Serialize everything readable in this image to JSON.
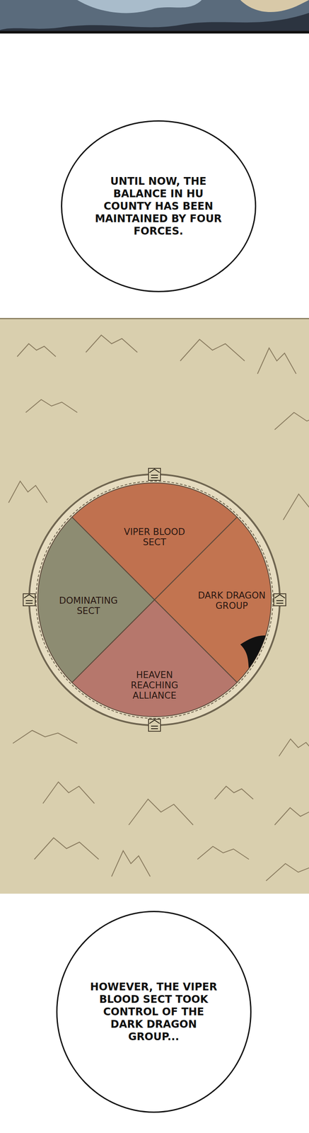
{
  "diagram": {
    "nodes": [
      {
        "text": [
          "UNTIL NOW, THE BALANCE IN HU COUNTY HAS BEEN MAINTAINED BY FOUR FORCES."
        ]
      },
      {
        "text": [
          "VIPER BLOOD SECT"
        ]
      },
      {
        "text": [
          "DOMINATING SECT"
        ]
      },
      {
        "text": [
          "DARK DRAGON GROUP"
        ]
      },
      {
        "text": [
          "HEAVEN REACHING ALLIANCE"
        ]
      },
      {
        "text": [
          "HOWEVER, THE VIPER BLOOD SECT TOOK CONTROL OF THE DARK DRAGON GROUP..."
        ]
      }
    ]
  }
}
